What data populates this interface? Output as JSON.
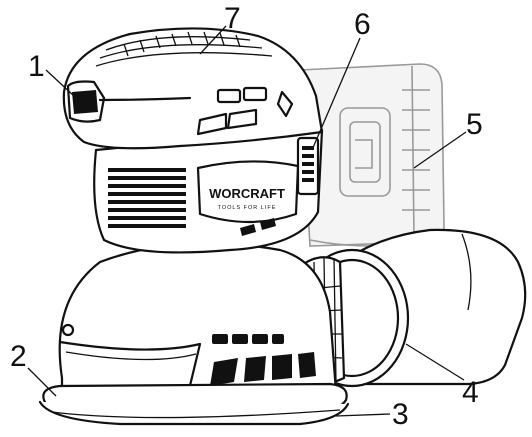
{
  "brand": {
    "name": "WORCRAFT",
    "tagline": "TOOLS FOR LIFE"
  },
  "callouts": [
    {
      "number": "1",
      "part": "left-grip"
    },
    {
      "number": "2",
      "part": "sanding-pad"
    },
    {
      "number": "3",
      "part": "sanding-paper"
    },
    {
      "number": "4",
      "part": "dust-collector"
    },
    {
      "number": "5",
      "part": "battery-pack"
    },
    {
      "number": "6",
      "part": "on-off-switch"
    },
    {
      "number": "7",
      "part": "top-grip"
    }
  ]
}
